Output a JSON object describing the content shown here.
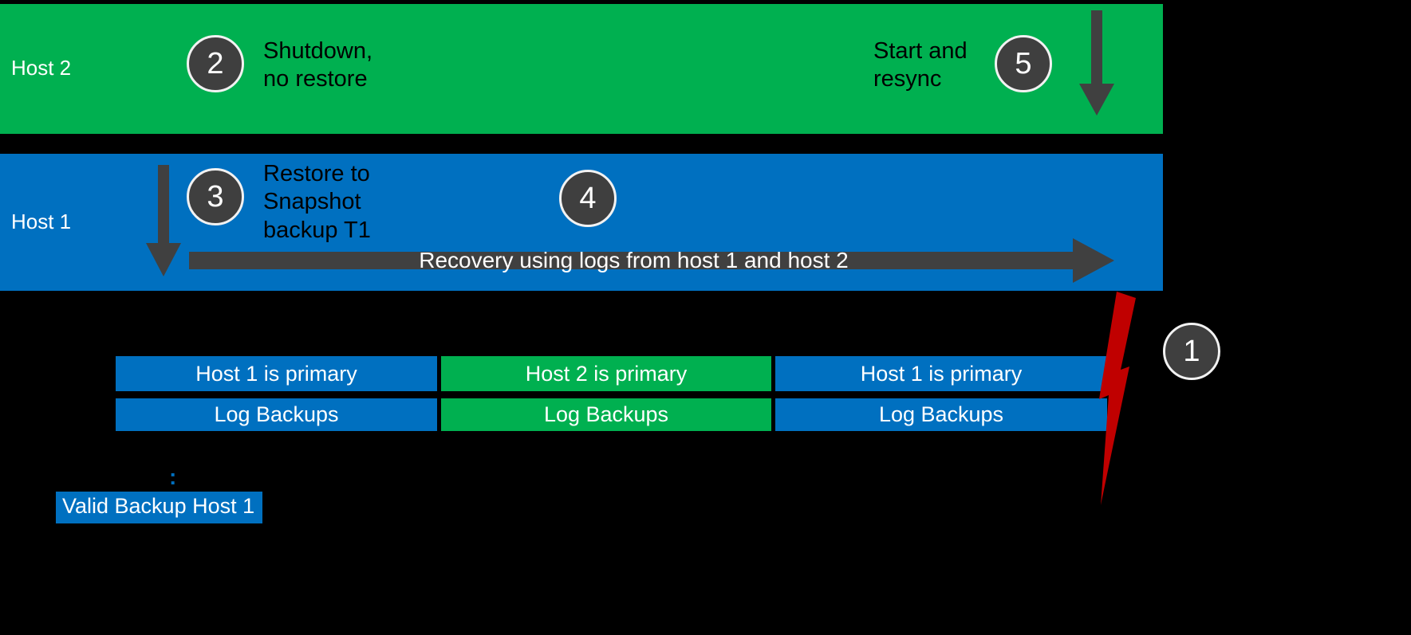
{
  "colors": {
    "background": "#000000",
    "host2_green": "#00B050",
    "host1_blue": "#0070C0",
    "step_circle_gray": "#3F3F3F",
    "arrow_gray": "#404040",
    "failure_red": "#C00000",
    "text_light": "#FFFFFF",
    "text_dark": "#000000"
  },
  "host2_lane": {
    "label": "Host 2",
    "step2": {
      "number": "2",
      "text": "Shutdown,\nno restore"
    },
    "step5": {
      "number": "5",
      "text": "Start and\nresync"
    }
  },
  "host1_lane": {
    "label": "Host 1",
    "step3": {
      "number": "3",
      "text": "Restore to\nSnapshot\nbackup T1"
    },
    "step4": {
      "number": "4"
    },
    "recovery_arrow_label": "Recovery using logs from host 1 and host 2"
  },
  "timeline": {
    "primary": [
      {
        "label": "Host 1 is primary",
        "color": "blue"
      },
      {
        "label": "Host 2 is primary",
        "color": "green"
      },
      {
        "label": "Host 1 is primary",
        "color": "blue"
      }
    ],
    "logs": [
      {
        "label": "Log Backups",
        "color": "blue"
      },
      {
        "label": "Log Backups",
        "color": "green"
      },
      {
        "label": "Log Backups",
        "color": "blue"
      }
    ]
  },
  "failure": {
    "number": "1"
  },
  "footer": {
    "colon": ":",
    "valid_backup_label": "Valid Backup Host 1"
  }
}
